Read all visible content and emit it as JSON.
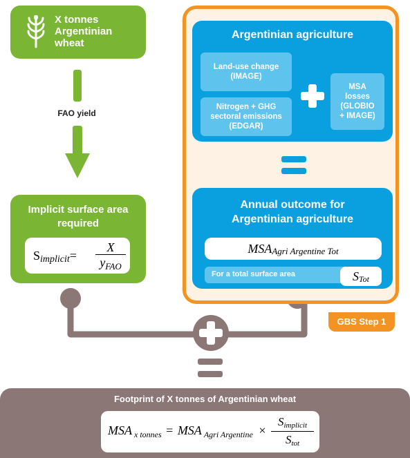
{
  "wheat_box": {
    "title": "X tonnes Argentinian wheat",
    "title_lines": [
      "X tonnes",
      "Argentinian",
      "wheat"
    ],
    "icon": "wheat-icon"
  },
  "arrow_label": "FAO yield",
  "implicit_box": {
    "title_lines": [
      "Implicit surface area",
      "required"
    ],
    "formula": {
      "lhs_main": "S",
      "lhs_sub": "implicit",
      "equals": "=",
      "numerator": "X",
      "denom_main": "y",
      "denom_sub": "FAO"
    }
  },
  "gbs_panel": {
    "badge": "GBS Step 1",
    "agri_box": {
      "title": "Argentinian agriculture",
      "land_use_lines": [
        "Land-use change",
        "(IMAGE)"
      ],
      "nitrogen_lines": [
        "Nitrogen + GHG",
        "sectoral emissions",
        "(EDGAR)"
      ],
      "msa_lines": [
        "MSA",
        "losses",
        "(GLOBIO",
        "+ IMAGE)"
      ]
    },
    "outcome_box": {
      "title_lines": [
        "Annual outcome for",
        "Argentinian agriculture"
      ],
      "msa_main": "MSA",
      "msa_sub": "Agri Argentine Tot",
      "surface_label": "For a total surface area",
      "s_main": "S",
      "s_sub": "Tot"
    }
  },
  "footprint_box": {
    "title": "Footprint of X tonnes of Argentinian wheat",
    "formula": {
      "lhs_main": "MSA",
      "lhs_sub": "x tonnes",
      "eq": "=",
      "rhs_main": "MSA",
      "rhs_sub": "Agri Argentine",
      "times": "×",
      "num_main": "S",
      "num_sub": "implicit",
      "den_main": "S",
      "den_sub": "tot"
    }
  },
  "colors": {
    "green": "#7ab534",
    "blue": "#0aa0df",
    "light_blue": "#5ec4ee",
    "orange": "#f39323",
    "peach": "#fdf2e4",
    "brown": "#8a7776"
  }
}
